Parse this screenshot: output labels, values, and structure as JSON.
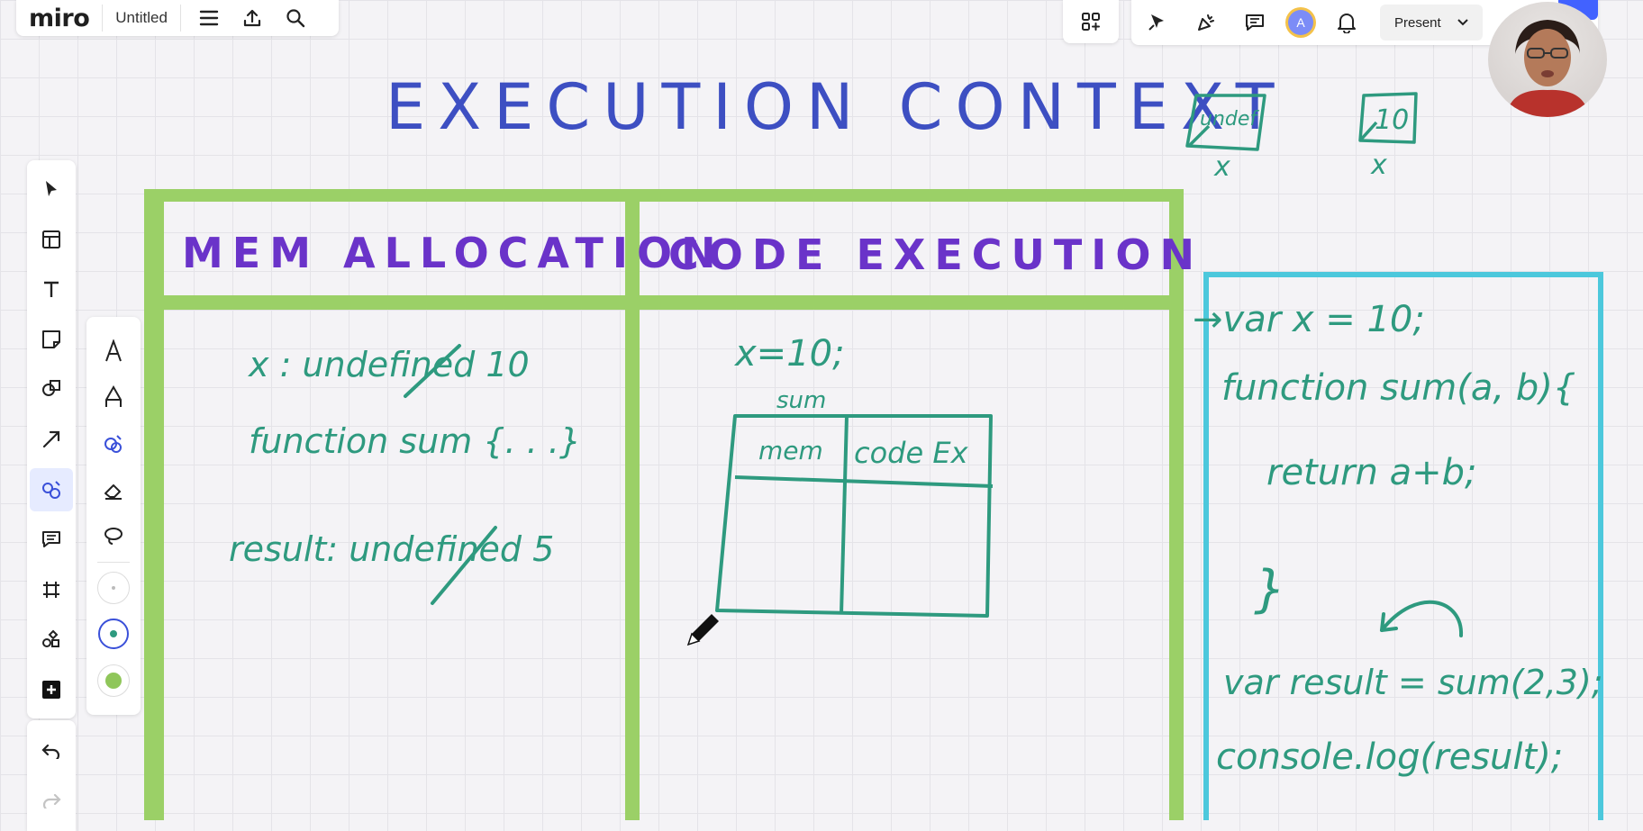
{
  "app": {
    "logo": "miro",
    "board_title": "Untitled",
    "present_label": "Present",
    "user_initial": "A"
  },
  "board": {
    "title": "EXECUTION CONTEXT",
    "mem_header": "MEM ALLOCATION",
    "code_header": "CODE EXECUTION",
    "mem_lines": [
      "x : undefined 10",
      "function sum {. . .}",
      "result: undefined 5"
    ],
    "code_lines": [
      "x=10;",
      "sum"
    ],
    "inner_table": {
      "mem": "mem",
      "code": "code Ex"
    },
    "code_panel_lines": [
      "→var x = 10;",
      "function sum(a, b){",
      "return a+b;",
      "}",
      "var result = sum(2,3);",
      "console.log(result);"
    ],
    "box_undefined": "undef",
    "box_ten": "10",
    "box_label_1": "x",
    "box_label_2": "x"
  },
  "colors": {
    "frame_green": "#9bd067",
    "code_panel_cyan": "#4cc8dc",
    "ink_green": "#2e9a7f",
    "ink_purple": "#6a33c9",
    "ink_blue": "#3d4fc2",
    "accent": "#3a50d9"
  },
  "icons": {
    "top_left": [
      "menu-icon",
      "upload-icon",
      "search-icon"
    ],
    "top_right": [
      "apps-icon",
      "cursor-follow-icon",
      "reactions-icon",
      "comment-icon",
      "avatar",
      "bell-icon"
    ],
    "tools": [
      "select-icon",
      "frame-template-icon",
      "text-icon",
      "sticky-note-icon",
      "shapes-icon",
      "connector-arrow-icon",
      "pen-icon",
      "comment-icon",
      "frame-icon",
      "apps-icon",
      "plus-icon",
      "undo-icon",
      "redo-icon"
    ],
    "pen_options": [
      "pen-icon",
      "marker-icon",
      "highlighter-icon",
      "eraser-icon",
      "lasso-icon",
      "size-small-dot",
      "size-medium-dot",
      "size-large-dot"
    ]
  }
}
